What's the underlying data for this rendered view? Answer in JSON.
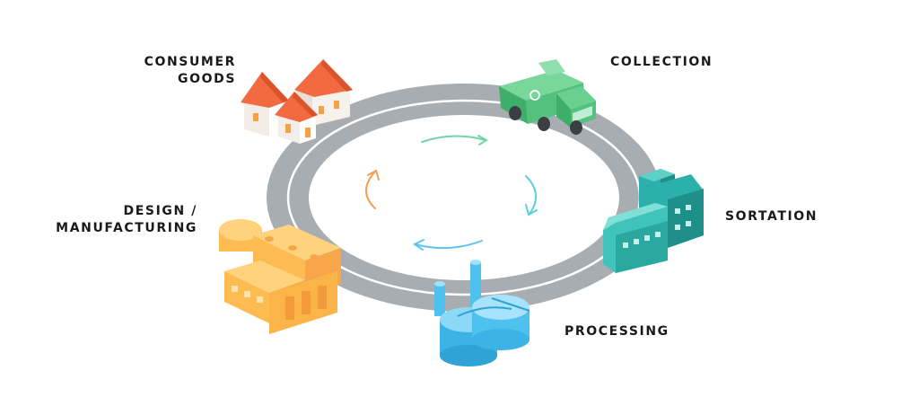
{
  "stages": {
    "consumer_goods": {
      "line1": "CONSUMER",
      "line2": "GOODS"
    },
    "collection": "COLLECTION",
    "sortation": "SORTATION",
    "processing": "PROCESSING",
    "design_manufacturing": {
      "line1": "DESIGN /",
      "line2": "MANUFACTURING"
    }
  },
  "icons": {
    "consumer_goods": "houses-icon",
    "collection": "garbage-truck-icon",
    "sortation": "sorting-facility-icon",
    "processing": "processing-tanks-icon",
    "design_manufacturing": "factory-icon"
  },
  "colors": {
    "road": "#a8adb1",
    "road_line": "#ffffff",
    "houses": "#f26a3f",
    "truck": "#52c27e",
    "sortation": "#2bb0ab",
    "processing": "#4ec1ee",
    "factory": "#fdbb52",
    "arrow_green": "#6fd4a6",
    "arrow_teal": "#5fd0d8",
    "arrow_blue": "#5cc6ea",
    "arrow_orange": "#f4a04e"
  }
}
